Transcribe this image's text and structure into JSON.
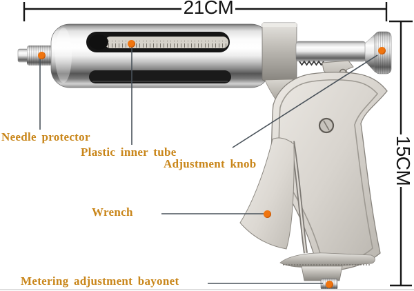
{
  "diagram": {
    "type": "labeled-product-diagram",
    "subject": "stainless-steel continuous injection syringe gun with labeled parts and overall dimensions",
    "dimension_width": {
      "label": "21CM"
    },
    "dimension_height": {
      "label": "15CM"
    },
    "callouts": [
      {
        "id": "needle-protector",
        "label": "Needle protector"
      },
      {
        "id": "plastic-inner-tube",
        "label": "Plastic inner tube"
      },
      {
        "id": "adjustment-knob",
        "label": "Adjustment knob"
      },
      {
        "id": "wrench",
        "label": "Wrench"
      },
      {
        "id": "metering-adjustment-bayonet",
        "label": "Metering adjustment bayonet"
      }
    ],
    "colors": {
      "label_text": "#c9861a",
      "marker_dot": "#f0750f",
      "leader_line": "#49525a",
      "dimension_line": "#151515",
      "background": "#ffffff"
    }
  }
}
